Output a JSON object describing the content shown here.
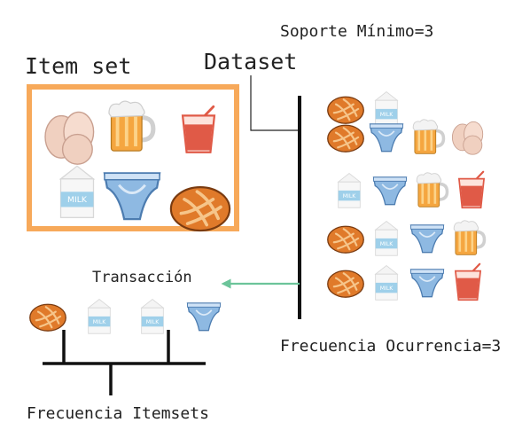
{
  "labels": {
    "item_set": "Item set",
    "dataset": "Dataset",
    "min_support": "Soporte Mínimo=3",
    "transaction": "Transacción",
    "occurrence_frequency": "Frecuencia Ocurrencia=3",
    "itemset_frequency": "Frecuencia Itemsets"
  },
  "item_set": [
    "eggs",
    "beer",
    "juice",
    "milk",
    "diaper",
    "bread"
  ],
  "transactions": [
    [
      "bread",
      "milk"
    ],
    [
      "bread",
      "diaper",
      "beer",
      "eggs"
    ],
    [
      "milk",
      "diaper",
      "beer",
      "juice"
    ],
    [
      "bread",
      "milk",
      "diaper",
      "beer"
    ],
    [
      "bread",
      "milk",
      "diaper",
      "juice"
    ]
  ],
  "itemset_frequency_groups": [
    [
      "bread",
      "milk"
    ],
    [
      "milk",
      "diaper"
    ]
  ],
  "milk_label": "MILK",
  "colors": {
    "frame": "#f7a95a",
    "arrow": "#6cc49a",
    "bread": "#e07a2a",
    "beer": "#f5a640",
    "juice": "#e05a47",
    "milk": "#9fd0ea",
    "diaper": "#8eb9e2",
    "eggs": "#f0d0c0"
  }
}
